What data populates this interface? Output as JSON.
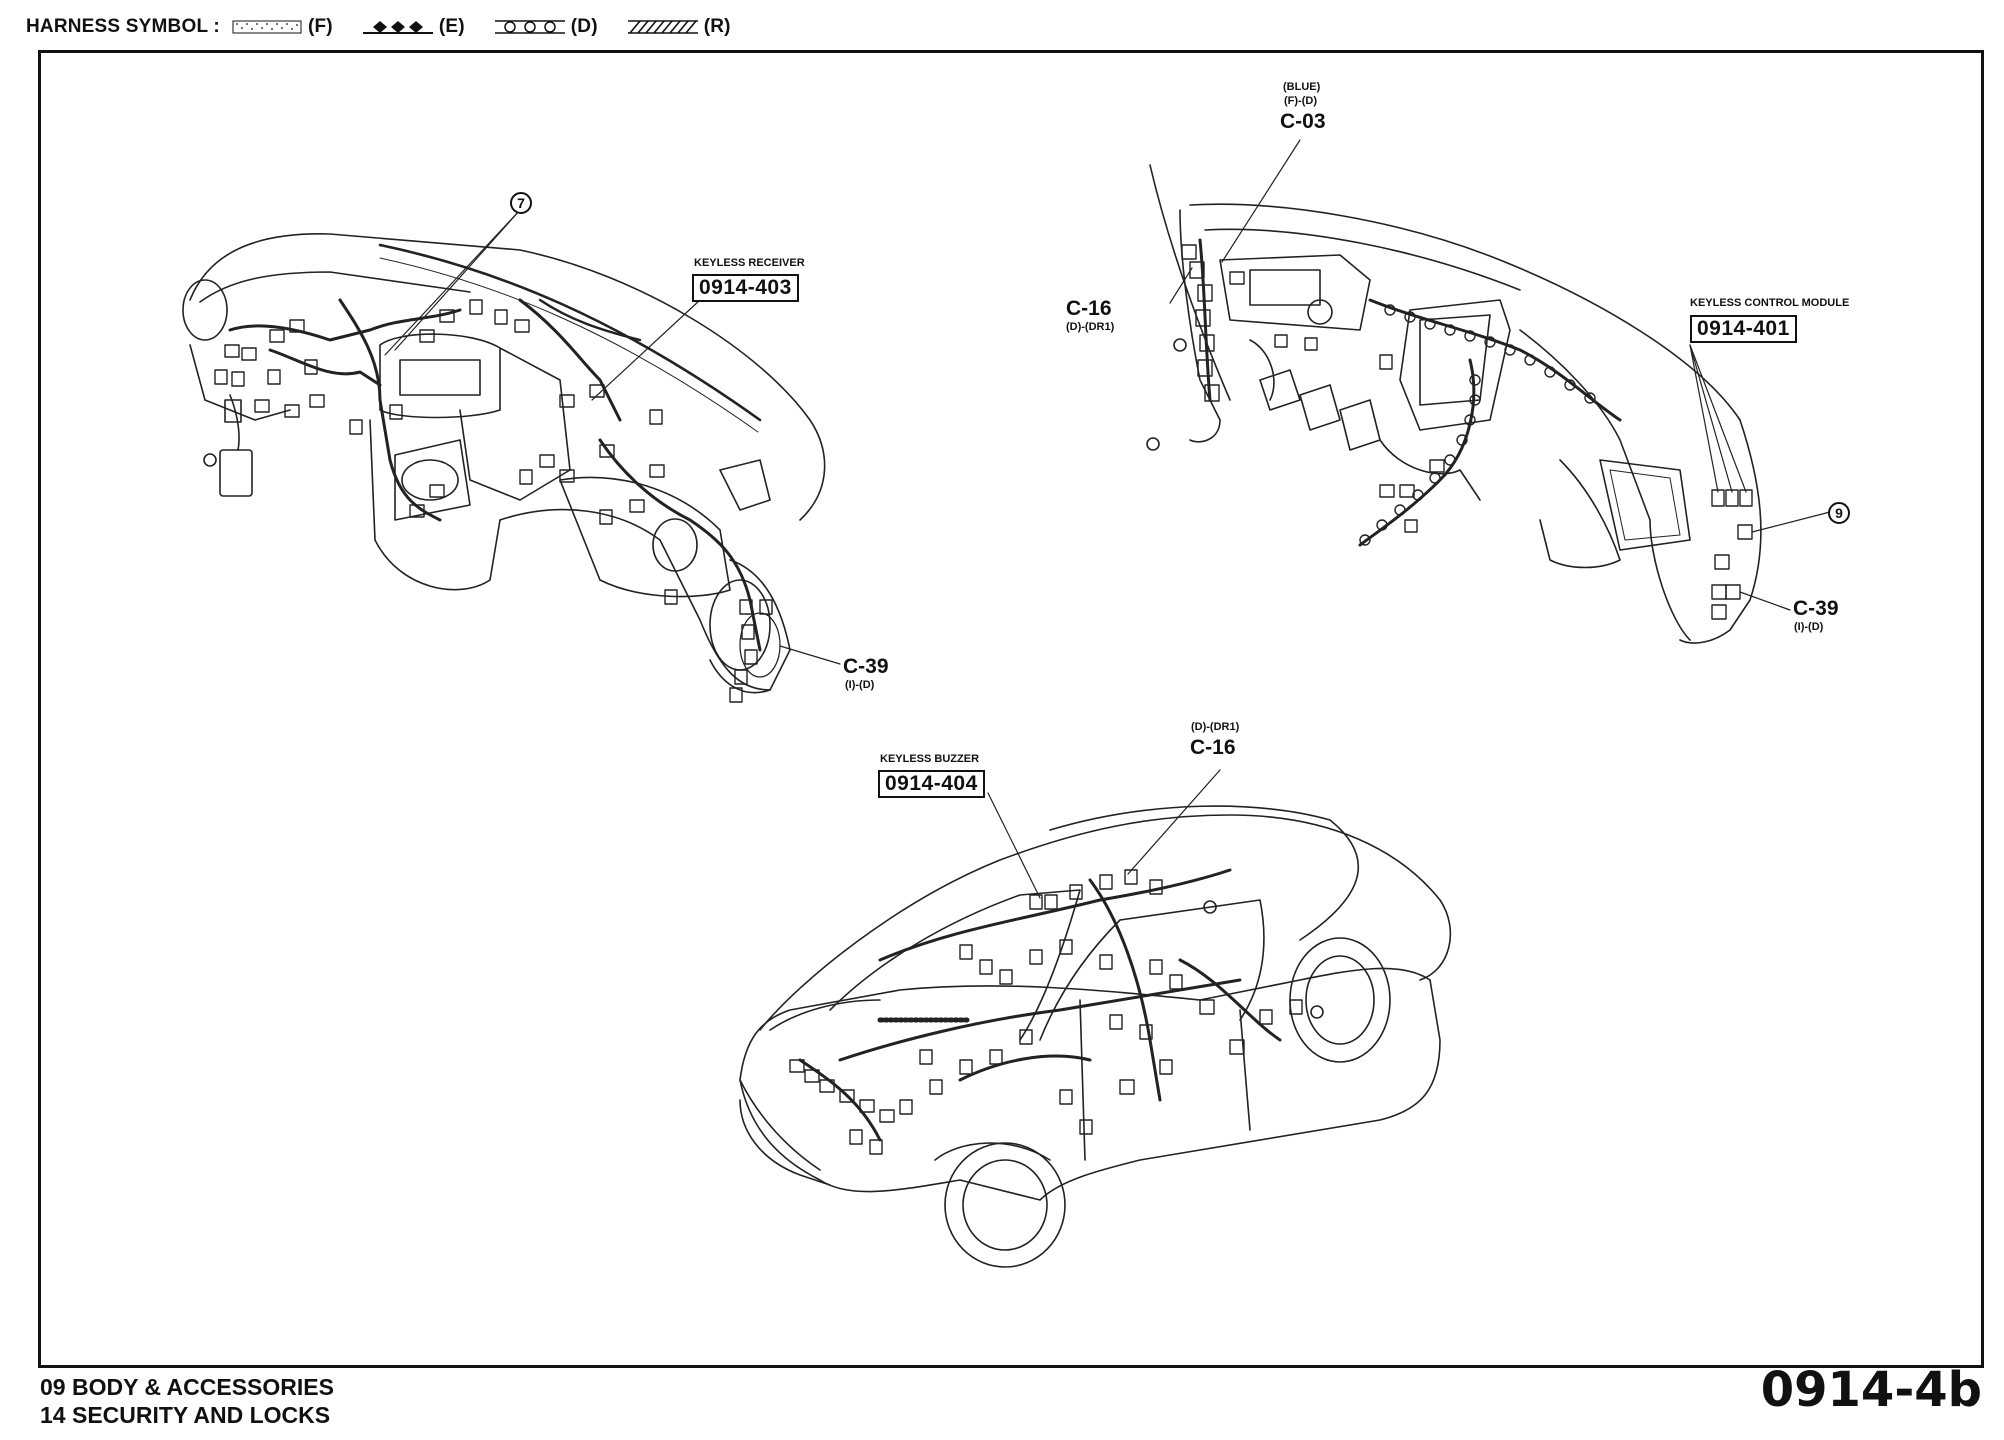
{
  "legend": {
    "title": "HARNESS SYMBOL :",
    "items": [
      {
        "code": "(F)",
        "pattern": "dotted-fill"
      },
      {
        "code": "(E)",
        "pattern": "diamonds"
      },
      {
        "code": "(D)",
        "pattern": "circles"
      },
      {
        "code": "(R)",
        "pattern": "hatched"
      }
    ]
  },
  "labels": {
    "keyless_receiver": "KEYLESS RECEIVER",
    "keyless_receiver_num": "0914-403",
    "c39_left": "C-39",
    "c39_left_sub": "(I)-(D)",
    "callout_7": "7",
    "blue": "(BLUE)",
    "c03_sub": "(F)-(D)",
    "c03": "C-03",
    "c16_right": "C-16",
    "c16_right_sub": "(D)-(DR1)",
    "keyless_control_module": "KEYLESS CONTROL MODULE",
    "keyless_control_module_num": "0914-401",
    "callout_9": "9",
    "c39_right": "C-39",
    "c39_right_sub": "(I)-(D)",
    "keyless_buzzer": "KEYLESS BUZZER",
    "keyless_buzzer_num": "0914-404",
    "c16_bottom_sub": "(D)-(DR1)",
    "c16_bottom": "C-16"
  },
  "footer": {
    "line1": "09  BODY & ACCESSORIES",
    "line2": "14  SECURITY AND LOCKS",
    "page_number": "0914-4b"
  },
  "colors": {
    "ink": "#111111",
    "background": "#ffffff"
  }
}
